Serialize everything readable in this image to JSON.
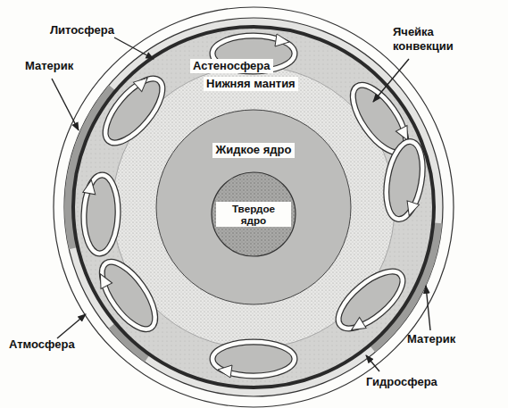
{
  "diagram": {
    "nodes": [
      {
        "text": [
          "Жидкое ядро"
        ]
      },
      {
        "text": [
          "Твердое ядро"
        ],
        "in": 0
      }
    ],
    "labels": [
      "Литосфера",
      "Материк",
      "Ячейка конвекции",
      "Астеносфера",
      "Нижняя мантия",
      "Атмосфера",
      "Материк",
      "Гидросфера"
    ]
  }
}
